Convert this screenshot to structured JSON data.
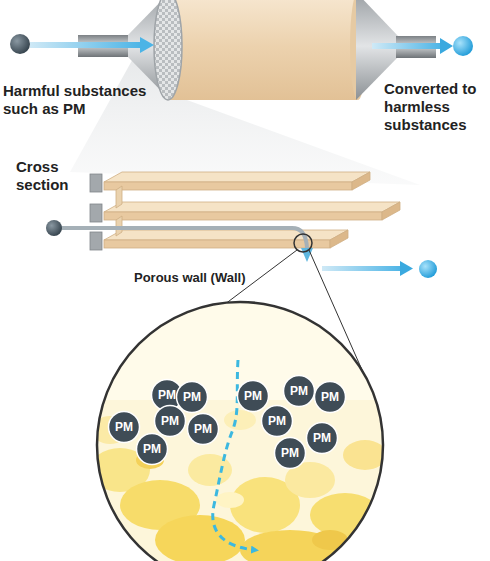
{
  "diagram": {
    "nodes": [
      {
        "text": [
          "PM"
        ]
      },
      {
        "text": [
          "PM"
        ]
      },
      {
        "text": [
          "PM"
        ]
      },
      {
        "text": [
          "PM"
        ]
      },
      {
        "text": [
          "PM"
        ]
      },
      {
        "text": [
          "PM"
        ]
      },
      {
        "text": [
          "PM"
        ]
      },
      {
        "text": [
          "PM"
        ]
      },
      {
        "text": [
          "PM"
        ]
      },
      {
        "text": [
          "PM"
        ]
      },
      {
        "text": [
          "PM"
        ]
      },
      {
        "text": [
          "PM"
        ]
      }
    ],
    "labels": [
      "Harmful substances such as PM",
      "Converted to harmless substances",
      "Cross section",
      "Porous wall (Wall)"
    ]
  }
}
